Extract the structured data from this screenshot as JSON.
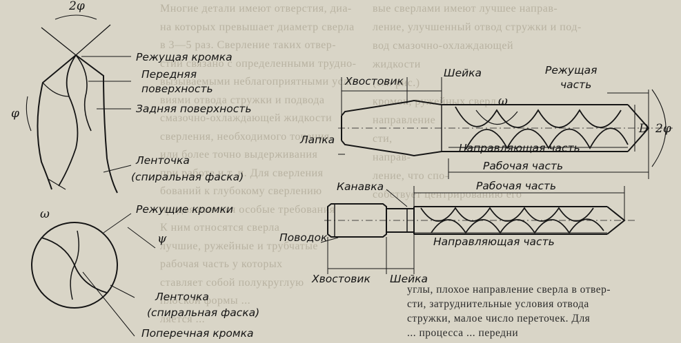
{
  "background_text": {
    "left_column": [
      "Многие детали имеют отверстия, диа-",
      "на которых превышает диаметр сверла",
      "в 3—5 раз. Сверление таких отвер-",
      "стий связано с определенными трудно-",
      "вызываемыми неблагоприятными усло-",
      "виями отвода стружки и подвода",
      "смазочно-охлаждающей жидкости",
      "сверления, необходимого точения",
      "или более точно выдерживания",
      "при работе и т. п. Для сверления",
      "бований к глубокому сверлению",
      "предъявляются особые требования",
      "К ним относятся сверла",
      "лучшие, ружейные и трубчатые",
      "рабочая часть у которых",
      "ставляет собой полукруглую",
      "плоской формы ...",
      "ляется ..."
    ],
    "right_column": [
      "вые сверлами имеют лучшее направ-",
      "ление, улучшенный отвод стружки и под-",
      "вод смазочно-охлаждающей",
      "жидкости",
      "(см. рис.)",
      "кромок, ружейных сверл",
      "направление",
      "сти,",
      "направ-",
      "ление, что спо-",
      "собствует центрированию его"
    ],
    "bottom_lines": [
      "углы, плохое направление сверла в отвер-",
      "сти, затруднительные условия отвода",
      "стружки, малое число переточек. Для",
      "... процесса ... передни"
    ]
  },
  "labels": {
    "rezh_kromka": "Режущая кромка",
    "perednyaya_1": "Передняя",
    "perednyaya_2": "поверхность",
    "zadnyaya": "Задняя поверхность",
    "lentochka_1": "Ленточка",
    "lentochka_2": "(спиральная фаска)",
    "rezhushchie_kromki": "Режущие кромки",
    "lentochka_b1": "Ленточка",
    "lentochka_b2": "(спиральная фаска)",
    "poperechnaya": "Поперечная кромка",
    "khvostovik_top": "Хвостовик",
    "sheika_top": "Шейка",
    "rezh_chast_1": "Режущая",
    "rezh_chast_2": "часть",
    "lapka": "Лапка",
    "napravl_top": "Направляющая часть",
    "rabochaya_top": "Рабочая часть",
    "kanavka": "Канавка",
    "rabochaya_bot": "Рабочая часть",
    "povodok": "Поводок",
    "napravl_bot": "Направляющая часть",
    "khvostovik_bot": "Хвостовик",
    "sheika_bot": "Шейка"
  },
  "symbols": {
    "two_phi_top": "2φ",
    "phi_left": "φ",
    "omega_left": "ω",
    "phi_cross": "ψ",
    "omega_drill": "ω",
    "d_dia": "D",
    "two_phi_right": "2φ"
  },
  "colors": {
    "paper": "#d9d5c7",
    "ink": "#151515",
    "faded_text": "#b8b2a1"
  }
}
